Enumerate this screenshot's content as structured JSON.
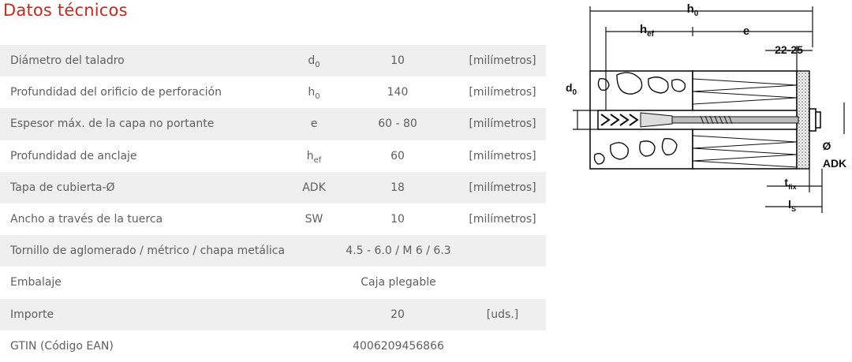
{
  "title": "Datos técnicos",
  "rows": [
    {
      "label": "Diámetro del taladro",
      "sym": "d",
      "sym_sub": "0",
      "value": "10",
      "unit": "[milímetros]"
    },
    {
      "label": "Profundidad del orificio de perforación",
      "sym": "h",
      "sym_sub": "0",
      "value": "140",
      "unit": "[milímetros]"
    },
    {
      "label": "Espesor máx. de la capa no portante",
      "sym": "e",
      "sym_sub": "",
      "value": "60 - 80",
      "unit": "[milímetros]"
    },
    {
      "label": "Profundidad de anclaje",
      "sym": "h",
      "sym_sub": "ef",
      "value": "60",
      "unit": "[milímetros]"
    },
    {
      "label": "Tapa de cubierta-Ø",
      "sym": "ADK",
      "sym_sub": "",
      "value": "18",
      "unit": "[milímetros]"
    },
    {
      "label": "Ancho a través de la tuerca",
      "sym": "SW",
      "sym_sub": "",
      "value": "10",
      "unit": "[milímetros]"
    },
    {
      "label": "Tornillo de aglomerado / métrico / chapa metálica",
      "span_value": "4.5 - 6.0 / M 6 / 6.3"
    },
    {
      "label": "Embalaje",
      "span_value": "Caja plegable"
    },
    {
      "label": "Importe",
      "value": "20",
      "unit": "[uds.]"
    },
    {
      "label": "GTIN (Código EAN)",
      "span_value": "4006209456866"
    }
  ],
  "drawing": {
    "h0": "h",
    "h0_sub": "0",
    "hef": "h",
    "hef_sub": "ef",
    "e": "e",
    "range": "22-25",
    "d0": "d",
    "d0_sub": "0",
    "dia": "Ø",
    "adk": "ADK",
    "tfix": "t",
    "tfix_sub": "fix",
    "ls": "l",
    "ls_sub": "S"
  },
  "colors": {
    "title": "#c8281e",
    "row_shade": "#efefef",
    "text": "#5f5f5f"
  }
}
